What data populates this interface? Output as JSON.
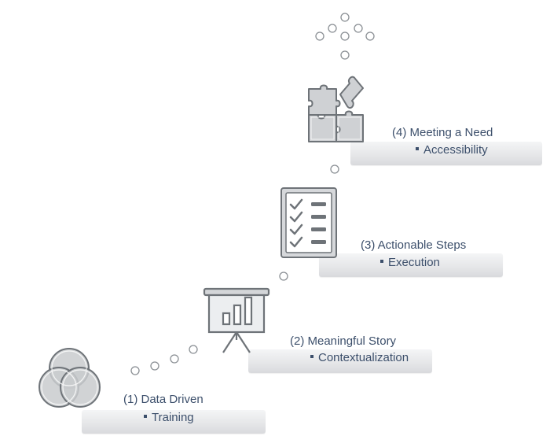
{
  "colors": {
    "text": "#3c4f6b",
    "icon_fill": "#cfd1d4",
    "icon_stroke": "#6e7378",
    "bar_light": "#f4f5f6",
    "bar_dark": "#d9dadd"
  },
  "steps": [
    {
      "title": "(1) Data Driven",
      "sub": "Training",
      "icon": "venn-diagram-icon"
    },
    {
      "title": "(2) Meaningful Story",
      "sub": "Contextualization",
      "icon": "presentation-chart-icon"
    },
    {
      "title": "(3) Actionable Steps",
      "sub": "Execution",
      "icon": "checklist-icon"
    },
    {
      "title": "(4) Meeting a Need",
      "sub": "Accessibility",
      "icon": "puzzle-pieces-icon"
    }
  ]
}
